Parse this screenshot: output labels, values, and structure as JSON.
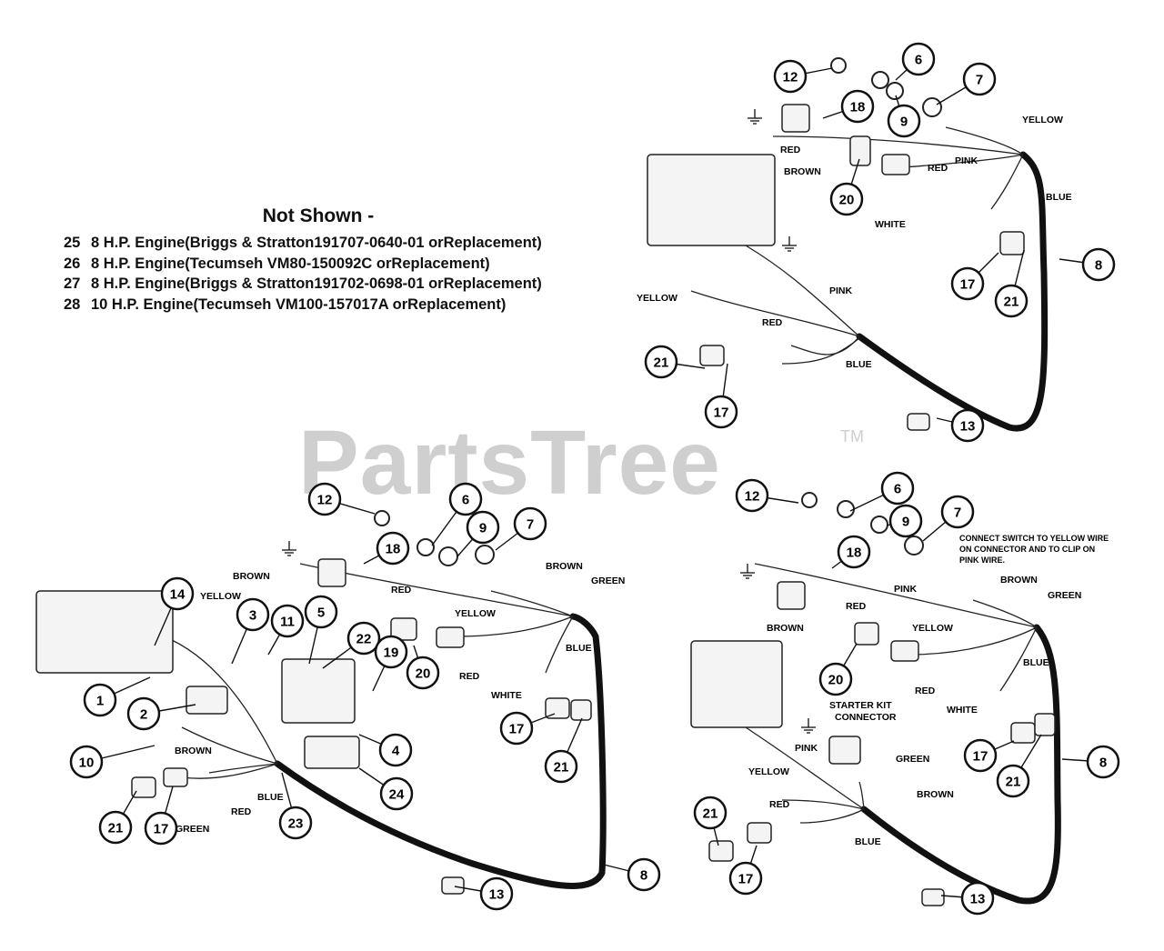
{
  "notes": {
    "title": "Not Shown -",
    "items": [
      {
        "num": "25",
        "text": "8 H.P. Engine(Briggs & Stratton191707-0640-01 orReplacement)"
      },
      {
        "num": "26",
        "text": "8 H.P. Engine(Tecumseh VM80-150092C orReplacement)"
      },
      {
        "num": "27",
        "text": "8 H.P. Engine(Briggs & Stratton191702-0698-01 orReplacement)"
      },
      {
        "num": "28",
        "text": "10 H.P. Engine(Tecumseh VM100-157017A orReplacement)"
      }
    ]
  },
  "watermark": {
    "text": "PartsTree",
    "tm": "TM"
  },
  "diagrams": {
    "top_right": {
      "callouts": [
        "12",
        "6",
        "7",
        "18",
        "9",
        "20",
        "17",
        "21",
        "8",
        "21",
        "17",
        "13"
      ],
      "wire_labels": [
        "YELLOW",
        "RED",
        "BROWN",
        "PINK",
        "RED",
        "BLUE",
        "WHITE",
        "YELLOW",
        "PINK",
        "RED",
        "BLUE"
      ]
    },
    "bottom_left": {
      "callouts": [
        "12",
        "6",
        "9",
        "7",
        "18",
        "14",
        "3",
        "11",
        "5",
        "22",
        "19",
        "20",
        "1",
        "2",
        "4",
        "17",
        "21",
        "10",
        "24",
        "21",
        "17",
        "23",
        "8",
        "13"
      ],
      "wire_labels": [
        "BROWN",
        "RED",
        "YELLOW",
        "BROWN",
        "GREEN",
        "YELLOW",
        "BLUE",
        "RED",
        "WHITE",
        "BROWN",
        "BLUE",
        "RED",
        "GREEN"
      ]
    },
    "bottom_right": {
      "callouts": [
        "12",
        "6",
        "9",
        "7",
        "18",
        "20",
        "17",
        "21",
        "8",
        "21",
        "17",
        "13"
      ],
      "note": [
        "CONNECT SWITCH TO YELLOW WIRE",
        "ON CONNECTOR AND TO CLIP ON",
        "PINK WIRE."
      ],
      "wire_labels": [
        "BROWN",
        "GREEN",
        "PINK",
        "RED",
        "BROWN",
        "YELLOW",
        "BLUE",
        "RED",
        "WHITE",
        "GREEN",
        "BROWN",
        "YELLOW",
        "PINK",
        "RED",
        "BLUE"
      ],
      "connector_label": [
        "STARTER KIT",
        "CONNECTOR"
      ]
    }
  }
}
